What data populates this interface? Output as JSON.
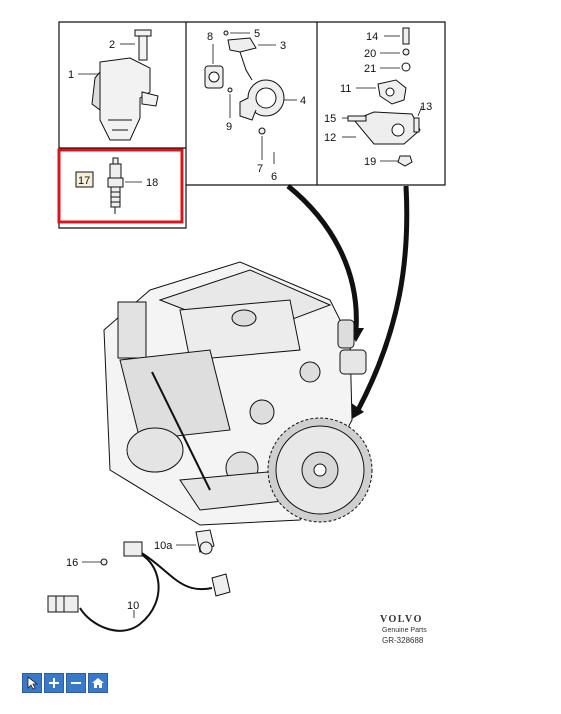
{
  "diagram": {
    "callouts": {
      "c1": "1",
      "c2": "2",
      "c3": "3",
      "c4": "4",
      "c5": "5",
      "c6": "6",
      "c7": "7",
      "c8": "8",
      "c9": "9",
      "c10": "10",
      "c10a": "10a",
      "c11": "11",
      "c12": "12",
      "c13": "13",
      "c14": "14",
      "c15": "15",
      "c16": "16",
      "c17": "17",
      "c18": "18",
      "c19": "19",
      "c20": "20",
      "c21": "21"
    },
    "highlight_color": "#d9141b"
  },
  "branding": {
    "brand": "VOLVO",
    "genuine": "Genuine Parts",
    "catalog_number": "GR-328688"
  },
  "toolbar": {
    "buttons": [
      {
        "icon": "cursor-icon"
      },
      {
        "icon": "zoom-in-icon"
      },
      {
        "icon": "zoom-out-icon"
      },
      {
        "icon": "home-icon"
      }
    ]
  }
}
